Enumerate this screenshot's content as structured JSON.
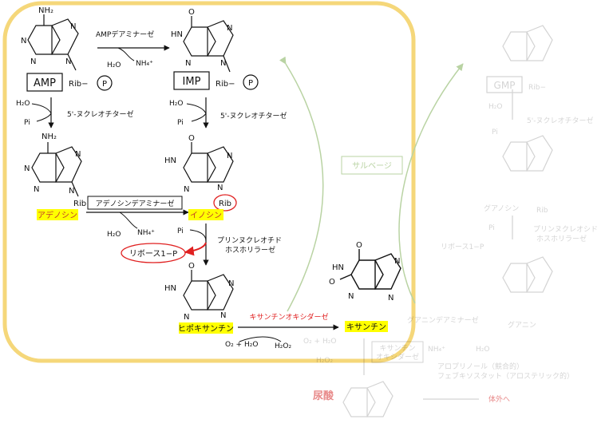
{
  "compounds": {
    "amp": "AMP",
    "imp": "IMP",
    "gmp": "GMP",
    "adenosine": "アデノシン",
    "inosine": "イノシン",
    "hypoxanthine": "ヒポキサンチン",
    "xanthine": "キサンチン",
    "guanosine": "グアノシン",
    "guanine": "グアニン",
    "uric_acid": "尿酸",
    "ribose_1p": "リボース1−P"
  },
  "enzymes": {
    "amp_deaminase": "AMPデアミナーゼ",
    "nucleotidase": "5'-ヌクレオチターゼ",
    "adenosine_deaminase": "アデノシンデアミナーゼ",
    "pnp_line1": "プリンヌクレオチド",
    "pnp_line2": "ホスホリラーゼ",
    "pns_line1": "プリンヌクレオシド",
    "pns_line2": "ホスホリラーゼ",
    "xanthine_oxidase": "キサンチンオキシダーゼ",
    "xo_box_line1": "キサンチン",
    "xo_box_line2": "オキシダーゼ",
    "guanine_deaminase": "グアニンデアミナーゼ"
  },
  "reagents": {
    "h2o": "H₂O",
    "nh4": "NH₄⁺",
    "pi": "Pi",
    "o2_h2o": "O₂ + H₂O",
    "h2o2": "H₂O₂"
  },
  "labels": {
    "rib": "Rib",
    "rib_p": "Rib−",
    "p": "P",
    "salvage": "サルベージ",
    "drug_line1": "アロプリノール（競合的）",
    "drug_line2": "フェブキソスタット（アロステリック的）",
    "excretion": "体外へ"
  },
  "colors": {
    "highlight_box": "#f5d77a",
    "marker": "#ffff00",
    "red": "#e02020",
    "salvage": "#b9d3a3",
    "faded_red": "#e88a8a"
  }
}
